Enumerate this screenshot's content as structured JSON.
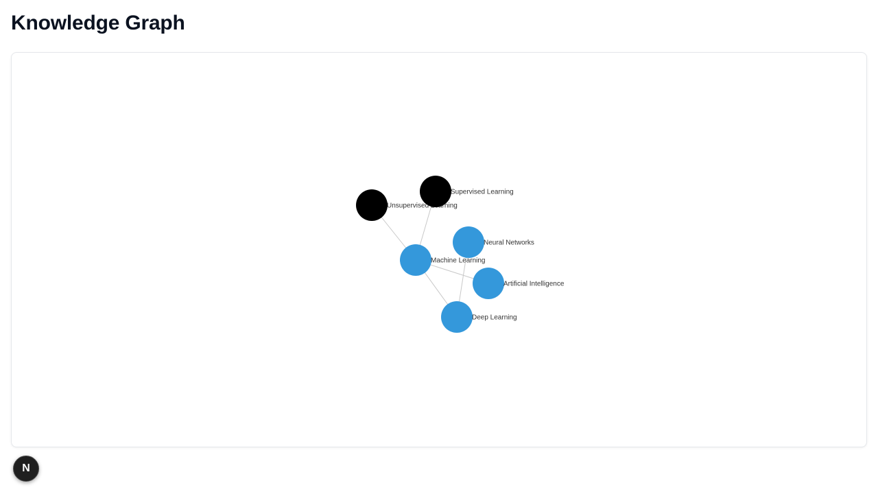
{
  "header": {
    "title": "Knowledge Graph"
  },
  "graph": {
    "nodes": [
      {
        "id": "unsupervised",
        "label": "Unsupervised Learning",
        "color": "#000000"
      },
      {
        "id": "supervised",
        "label": "Supervised Learning",
        "color": "#000000"
      },
      {
        "id": "neural",
        "label": "Neural Networks",
        "color": "#3498db"
      },
      {
        "id": "ml",
        "label": "Machine Learning",
        "color": "#3498db"
      },
      {
        "id": "ai",
        "label": "Artificial Intelligence",
        "color": "#3498db"
      },
      {
        "id": "dl",
        "label": "Deep Learning",
        "color": "#3498db"
      }
    ],
    "edges": [
      {
        "source": "unsupervised",
        "target": "ml"
      },
      {
        "source": "supervised",
        "target": "ml"
      },
      {
        "source": "ml",
        "target": "ai"
      },
      {
        "source": "ml",
        "target": "dl"
      },
      {
        "source": "neural",
        "target": "dl"
      }
    ]
  },
  "dev_badge": {
    "letter": "N",
    "icon": "nextjs-logo-icon"
  }
}
